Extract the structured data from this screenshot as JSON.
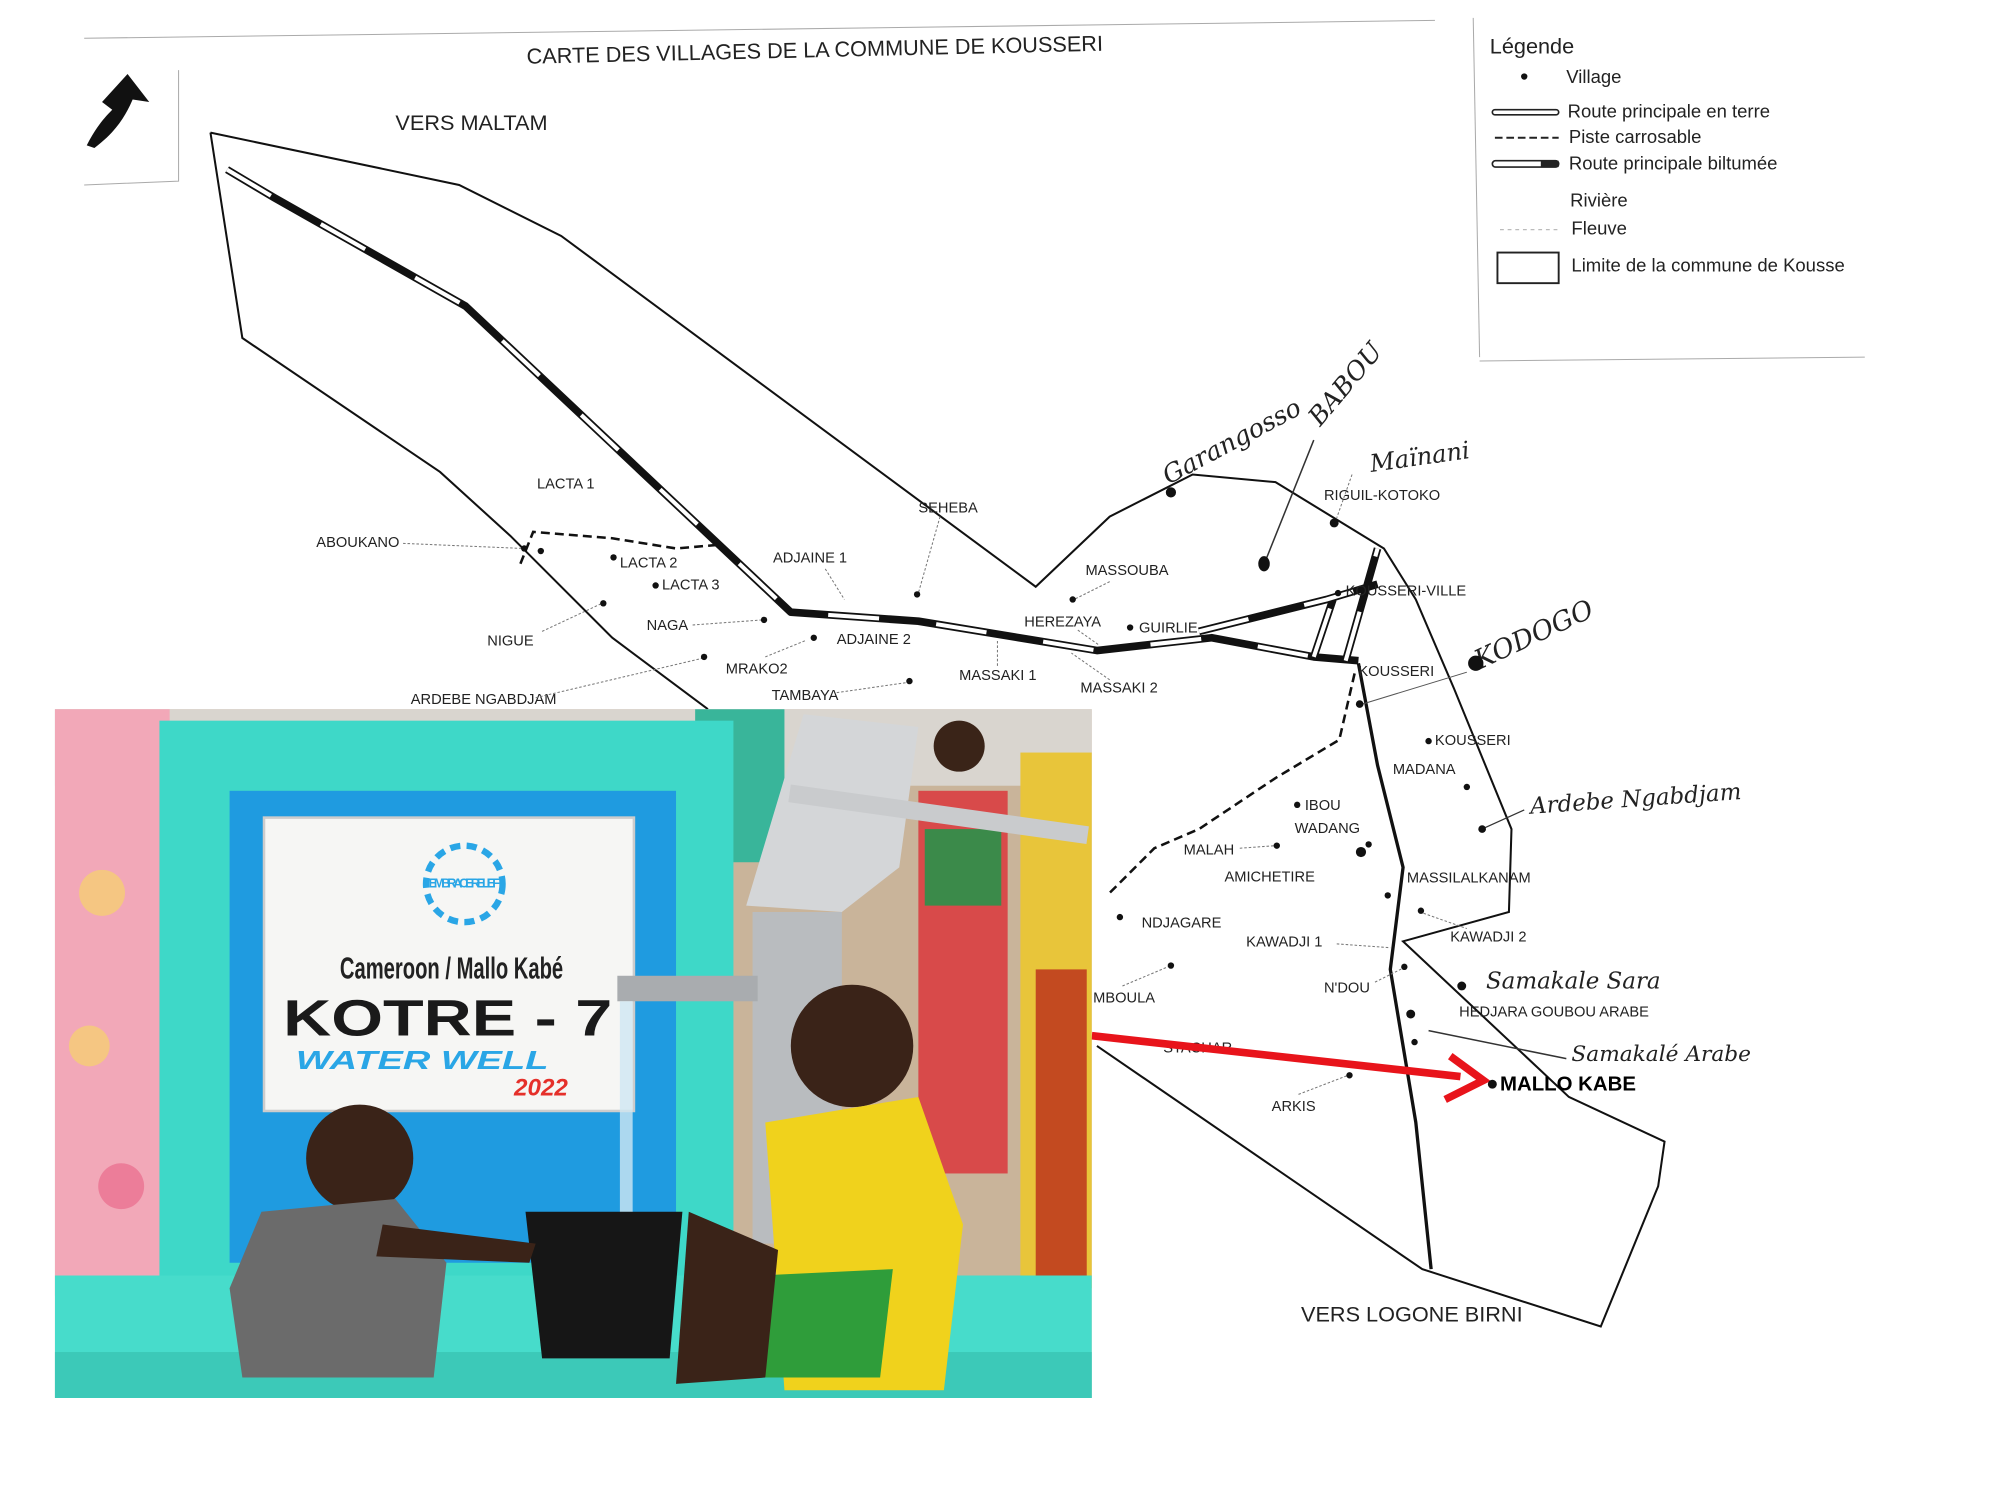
{
  "map": {
    "title": "CARTE DES VILLAGES DE LA COMMUNE DE KOUSSERI",
    "north_arrow_icon": "north-arrow-icon",
    "direction_north": "VERS MALTAM",
    "direction_south": "VERS LOGONE BIRNI",
    "legend": {
      "title": "Légende",
      "items": [
        {
          "symbol": "dot",
          "label": "Village"
        },
        {
          "symbol": "double-line",
          "label": "Route principale en terre"
        },
        {
          "symbol": "dashed-line",
          "label": "Piste carrosable"
        },
        {
          "symbol": "double-line-black",
          "label": "Route principale biltumée"
        },
        {
          "symbol": "none",
          "label": "Rivière"
        },
        {
          "symbol": "dotted-line",
          "label": "Fleuve"
        },
        {
          "symbol": "rectangle",
          "label": "Limite de la commune de Kousse"
        }
      ]
    },
    "villages": [
      "LACTA 1",
      "ABOUKANO",
      "LACTA 2",
      "LACTA 3",
      "NIGUE",
      "NAGA",
      "ADJAINE 1",
      "SEHEBA",
      "MASSOUBA",
      "HEREZAYA",
      "GUIRLIE",
      "ADJAINE 2",
      "MRAKO2",
      "MASSAKI 1",
      "MASSAKI 2",
      "ARDEBE NGABDJAM",
      "TAMBAYA",
      "RIGUIL-KOTOKO",
      "KOUSSERI-VILLE",
      "KOUSSERI",
      "KOUSSERI",
      "MADANA",
      "IBOU",
      "WADANG",
      "MALAH",
      "AMICHETIRE",
      "MASSILALKANAM",
      "NDJAGARE",
      "KAWADJI 1",
      "KAWADJI 2",
      "MBOULA",
      "N'DOU",
      "HEDJARA GOUBOU ARABE",
      "STACHAR",
      "ARKIS"
    ],
    "handwritten": [
      "Garangosso",
      "BABOU",
      "Maïnani",
      "KODOGO",
      "Ardebe Ngabdjam",
      "Samakale Sara",
      "Samakalé Arabe"
    ],
    "highlight": {
      "label": "MALLO KABE",
      "arrow_color": "#e8141b"
    }
  },
  "photo": {
    "sign_logo_text": "EMBRACE RELIEF",
    "sign_location": "Cameroon / Mallo Kabé",
    "sign_name": "KOTRE - 7",
    "sign_type": "WATER WELL",
    "sign_year": "2022",
    "colors": {
      "well": "#3ed8c8",
      "panel": "#1f9be0",
      "sign_blue": "#2aa6e6",
      "year_red": "#e5302a"
    }
  }
}
